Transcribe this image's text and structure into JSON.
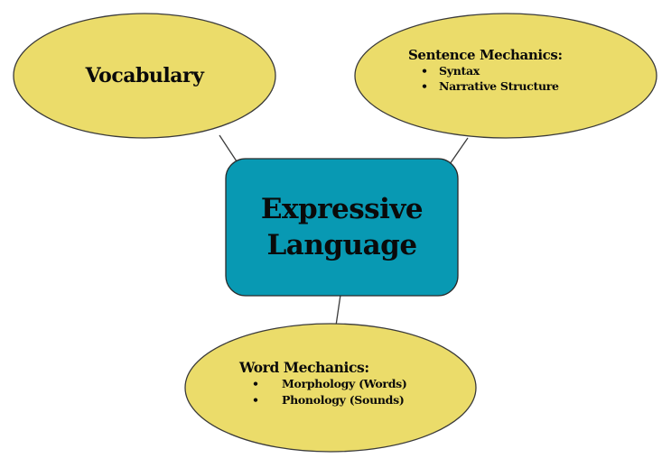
{
  "diagram": {
    "type": "concept-map",
    "colors": {
      "ellipse_fill": "#EBDC6A",
      "box_fill": "#0899B3",
      "stroke": "#3a3a3a",
      "text": "#0a0a0a"
    },
    "center": {
      "line1": "Expressive",
      "line2": "Language"
    },
    "nodes": [
      {
        "title": "Vocabulary"
      },
      {
        "title": "Sentence Mechanics:",
        "items": [
          "Syntax",
          "Narrative Structure"
        ]
      },
      {
        "title": "Word Mechanics:",
        "items": [
          "Morphology (Words)",
          "Phonology (Sounds)"
        ]
      }
    ],
    "bullet_glyph": "•"
  }
}
